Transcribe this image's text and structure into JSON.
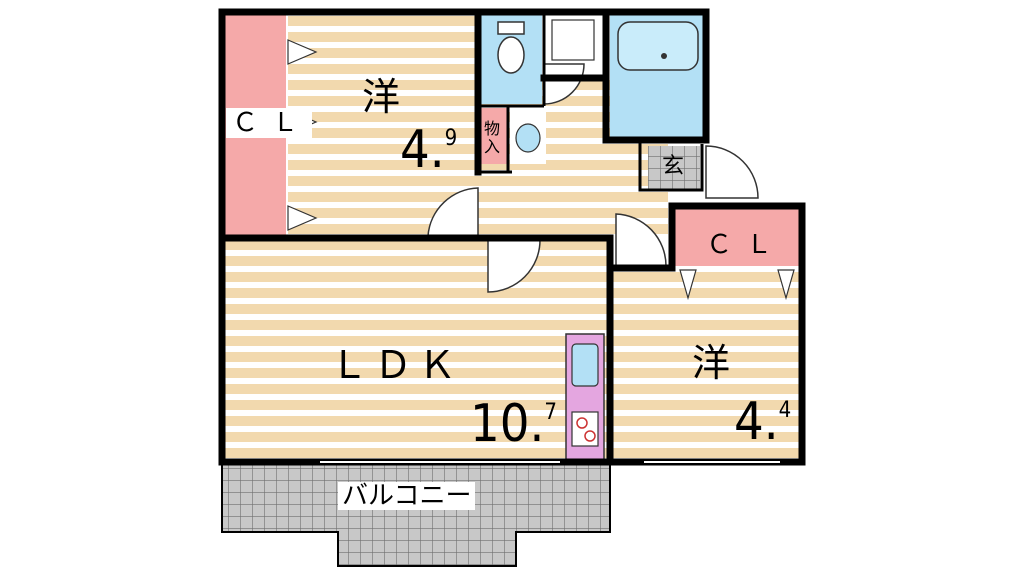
{
  "rooms": {
    "western1": {
      "label": "洋",
      "size_int": "4.",
      "size_dec": "9"
    },
    "western2": {
      "label": "洋",
      "size_int": "4.",
      "size_dec": "4"
    },
    "ldk": {
      "label": "ＬＤＫ",
      "size_int": "10.",
      "size_dec": "7"
    },
    "closet1": {
      "label": "ＣＬ"
    },
    "closet2": {
      "label": "ＣＬ"
    },
    "storage": {
      "label": "物\n入"
    },
    "entrance": {
      "label": "玄"
    },
    "balcony": {
      "label": "バルコニー"
    }
  },
  "colors": {
    "wall": "#000000",
    "floor_stripe": "#f2d9ae",
    "floor_light": "#ffffff",
    "closet": "#f5a9a9",
    "water": "#b3e0f5",
    "kitchen": "#e4a6e0",
    "balcony_tile": "#c8c8c8",
    "entrance_tile": "#c8c8c8"
  }
}
